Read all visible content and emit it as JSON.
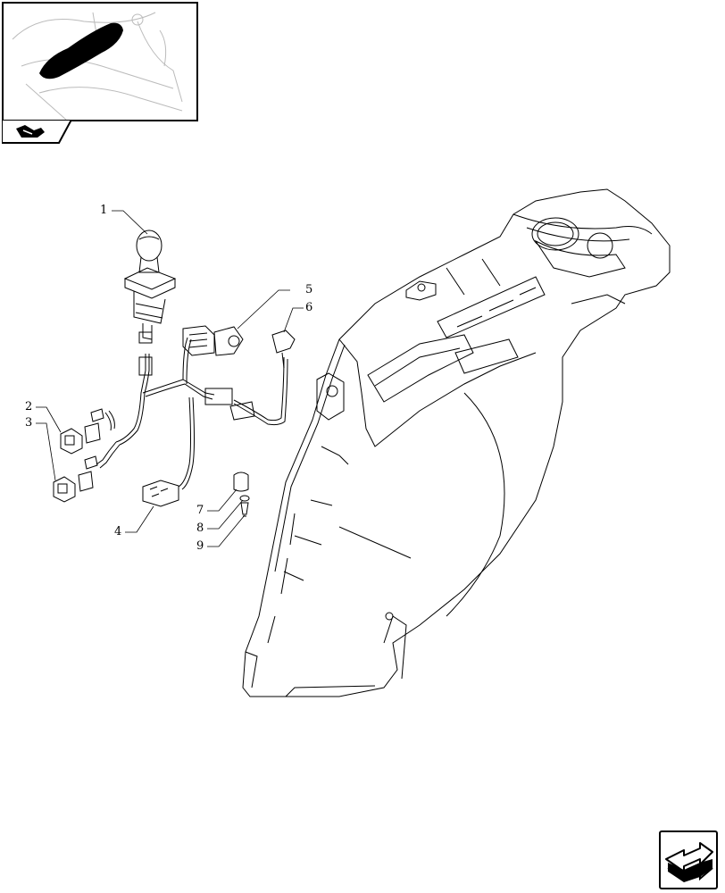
{
  "thumbnail": {
    "icon": "book-page-icon",
    "highlight_color": "#000000"
  },
  "callouts": [
    {
      "id": "1",
      "label": "1"
    },
    {
      "id": "2",
      "label": "2"
    },
    {
      "id": "3",
      "label": "3"
    },
    {
      "id": "4",
      "label": "4"
    },
    {
      "id": "5",
      "label": "5"
    },
    {
      "id": "6",
      "label": "6"
    },
    {
      "id": "7",
      "label": "7"
    },
    {
      "id": "8",
      "label": "8"
    },
    {
      "id": "9",
      "label": "9"
    }
  ],
  "navigation": {
    "icon": "page-turn-arrow-icon"
  }
}
